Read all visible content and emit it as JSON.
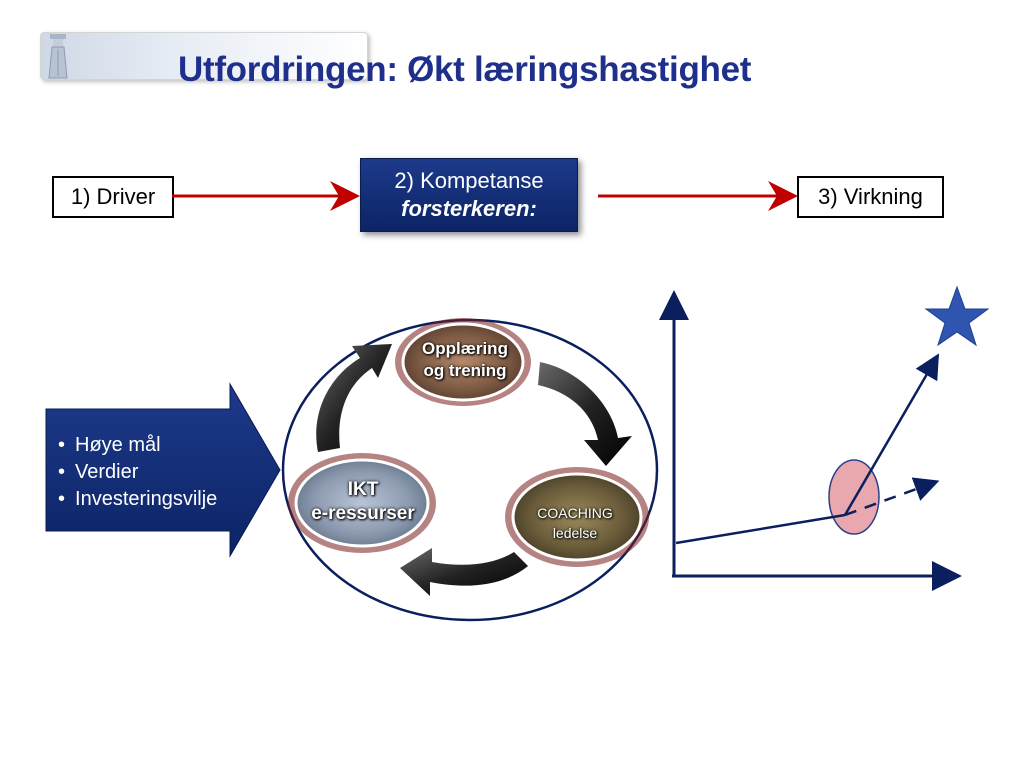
{
  "header": {
    "title": "Utfordringen: Økt læringshastighet"
  },
  "flow": {
    "driver": "1) Driver",
    "kompetanse_line1": "2) Kompetanse",
    "kompetanse_line2": "forsterkeren:",
    "virkning": "3) Virkning"
  },
  "drivers_list": [
    "Høye mål",
    "Verdier",
    "Investeringsvilje"
  ],
  "cycle": {
    "top_line1": "Opplæring",
    "top_line2": "og trening",
    "left_line1": "IKT",
    "left_line2": "e-ressurser",
    "right_line1": "COACHING",
    "right_line2": "ledelse"
  },
  "colors": {
    "title": "#1f2f8c",
    "navy": "#0c2466",
    "arrow_red": "#c00000",
    "graph_line": "#0b1f5e",
    "star": "#2f55b0",
    "ellipse_fill": "#e8a8ae"
  },
  "icons": {
    "logo": "lighthouse-icon",
    "star": "star-icon"
  }
}
